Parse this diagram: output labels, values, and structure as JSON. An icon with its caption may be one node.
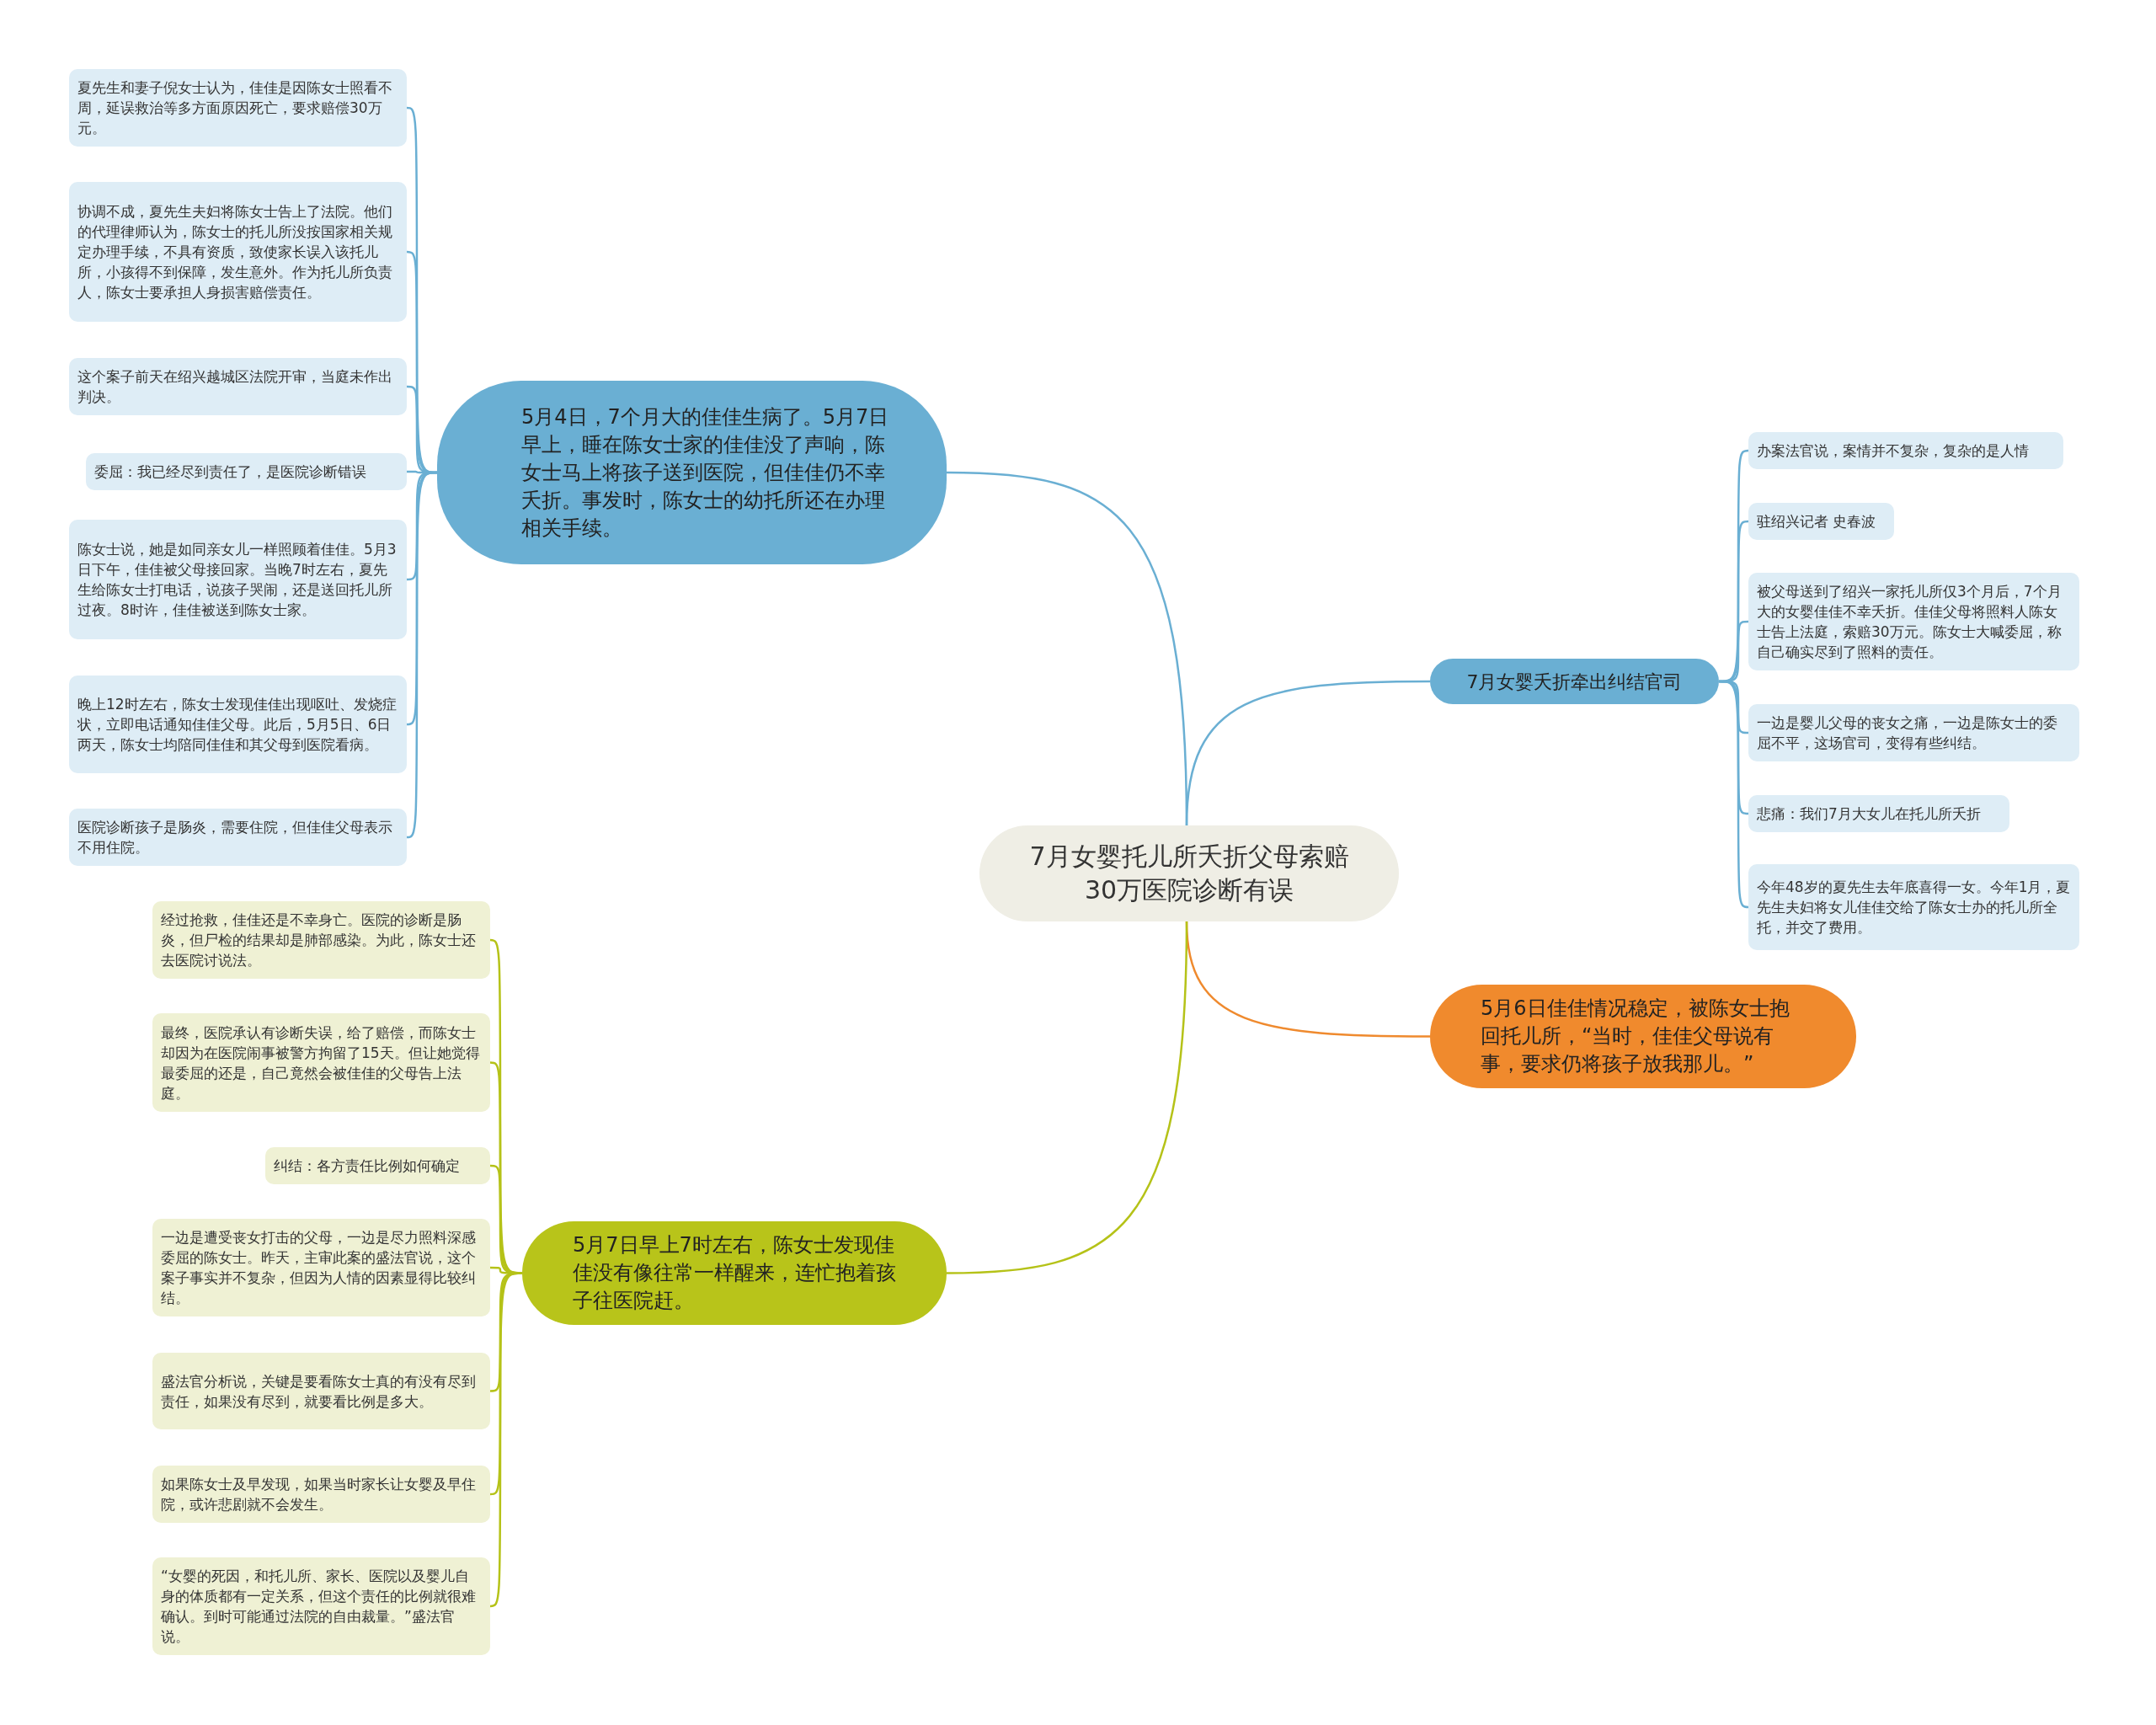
{
  "diagram": {
    "nodes": [
      {
        "text": [
          "7月女婴托儿所夭折父母索赔30万医院诊断有误"
        ]
      },
      {
        "text": [
          "5月4日，7个月大的佳佳生病了。5月7日早上，睡在陈女士家的佳佳没了声响，陈女士马上将孩子送到医院，但佳佳仍不幸夭折。事发时，陈女士的幼托所还在办理相关手续。"
        ]
      },
      {
        "text": [
          "夏先生和妻子倪女士认为，佳佳是因陈女士照看不周，延误救治等多方面原因死亡，要求赔偿30万元。"
        ]
      },
      {
        "text": [
          "协调不成，夏先生夫妇将陈女士告上了法院。他们的代理律师认为，陈女士的托儿所没按国家相关规定办理手续，不具有资质，致使家长误入该托儿所，小孩得不到保障，发生意外。作为托儿所负责人，陈女士要承担人身损害赔偿责任。"
        ]
      },
      {
        "text": [
          "这个案子前天在绍兴越城区法院开审，当庭未作出判决。"
        ]
      },
      {
        "text": [
          "委屈：我已经尽到责任了，是医院诊断错误"
        ]
      },
      {
        "text": [
          "陈女士说，她是如同亲女儿一样照顾着佳佳。5月3日下午，佳佳被父母接回家。当晚7时左右，夏先生给陈女士打电话，说孩子哭闹，还是送回托儿所过夜。8时许，佳佳被送到陈女士家。"
        ]
      },
      {
        "text": [
          "晚上12时左右，陈女士发现佳佳出现呕吐、发烧症状，立即电话通知佳佳父母。此后，5月5日、6日两天，陈女士均陪同佳佳和其父母到医院看病。"
        ]
      },
      {
        "text": [
          "医院诊断孩子是肠炎，需要住院，但佳佳父母表示不用住院。"
        ]
      },
      {
        "text": [
          "7月女婴夭折牵出纠结官司"
        ]
      },
      {
        "text": [
          "办案法官说，案情并不复杂，复杂的是人情"
        ]
      },
      {
        "text": [
          "驻绍兴记者 史春波"
        ]
      },
      {
        "text": [
          "被父母送到了绍兴一家托儿所仅3个月后，7个月大的女婴佳佳不幸夭折。佳佳父母将照料人陈女士告上法庭，索赔30万元。陈女士大喊委屈，称自己确实尽到了照料的责任。"
        ]
      },
      {
        "text": [
          "一边是婴儿父母的丧女之痛，一边是陈女士的委屈不平，这场官司，变得有些纠结。"
        ]
      },
      {
        "text": [
          "悲痛：我们7月大女儿在托儿所夭折"
        ]
      },
      {
        "text": [
          "今年48岁的夏先生去年底喜得一女。今年1月，夏先生夫妇将女儿佳佳交给了陈女士办的托儿所全托，并交了费用。"
        ]
      },
      {
        "text": [
          "5月6日佳佳情况稳定，被陈女士抱回托儿所，“当时，佳佳父母说有事，要求仍将孩子放我那儿。”"
        ]
      },
      {
        "text": [
          "5月7日早上7时左右，陈女士发现佳佳没有像往常一样醒来，连忙抱着孩子往医院赶。"
        ]
      },
      {
        "text": [
          "经过抢救，佳佳还是不幸身亡。医院的诊断是肠炎，但尸检的结果却是肺部感染。为此，陈女士还去医院讨说法。"
        ]
      },
      {
        "text": [
          "最终，医院承认有诊断失误，给了赔偿，而陈女士却因为在医院闹事被警方拘留了15天。但让她觉得最委屈的还是，自己竟然会被佳佳的父母告上法庭。"
        ]
      },
      {
        "text": [
          "纠结：各方责任比例如何确定"
        ]
      },
      {
        "text": [
          "一边是遭受丧女打击的父母，一边是尽力照料深感委屈的陈女士。昨天，主审此案的盛法官说，这个案子事实并不复杂，但因为人情的因素显得比较纠结。"
        ]
      },
      {
        "text": [
          "盛法官分析说，关键是要看陈女士真的有没有尽到责任，如果没有尽到，就要看比例是多大。"
        ]
      },
      {
        "text": [
          "如果陈女士及早发现，如果当时家长让女婴及早住院，或许悲剧就不会发生。"
        ]
      },
      {
        "text": [
          "“女婴的死因，和托儿所、家长、医院以及婴儿自身的体质都有一定关系，但这个责任的比例就很难确认。到时可能通过法院的自由裁量。”盛法官说。"
        ]
      }
    ],
    "edges": [
      {
        "from": 0,
        "to": 1,
        "arrow": "none"
      },
      {
        "from": 1,
        "to": 2,
        "arrow": "none"
      },
      {
        "from": 1,
        "to": 3,
        "arrow": "none"
      },
      {
        "from": 1,
        "to": 4,
        "arrow": "none"
      },
      {
        "from": 1,
        "to": 5,
        "arrow": "none"
      },
      {
        "from": 1,
        "to": 6,
        "arrow": "none"
      },
      {
        "from": 1,
        "to": 7,
        "arrow": "none"
      },
      {
        "from": 1,
        "to": 8,
        "arrow": "none"
      },
      {
        "from": 0,
        "to": 9,
        "arrow": "none"
      },
      {
        "from": 9,
        "to": 10,
        "arrow": "none"
      },
      {
        "from": 9,
        "to": 11,
        "arrow": "none"
      },
      {
        "from": 9,
        "to": 12,
        "arrow": "none"
      },
      {
        "from": 9,
        "to": 13,
        "arrow": "none"
      },
      {
        "from": 9,
        "to": 14,
        "arrow": "none"
      },
      {
        "from": 9,
        "to": 15,
        "arrow": "none"
      },
      {
        "from": 0,
        "to": 16,
        "arrow": "none",
        "color": "#ef8a2e"
      },
      {
        "from": 0,
        "to": 17,
        "arrow": "none",
        "color": "#b5c218"
      },
      {
        "from": 17,
        "to": 18,
        "arrow": "none",
        "color": "#b5c218"
      },
      {
        "from": 17,
        "to": 19,
        "arrow": "none",
        "color": "#b5c218"
      },
      {
        "from": 17,
        "to": 20,
        "arrow": "none",
        "color": "#b5c218"
      },
      {
        "from": 17,
        "to": 21,
        "arrow": "none",
        "color": "#b5c218"
      },
      {
        "from": 17,
        "to": 22,
        "arrow": "none",
        "color": "#b5c218"
      },
      {
        "from": 17,
        "to": 23,
        "arrow": "none",
        "color": "#b5c218"
      },
      {
        "from": 17,
        "to": 24,
        "arrow": "none",
        "color": "#b5c218"
      }
    ]
  }
}
